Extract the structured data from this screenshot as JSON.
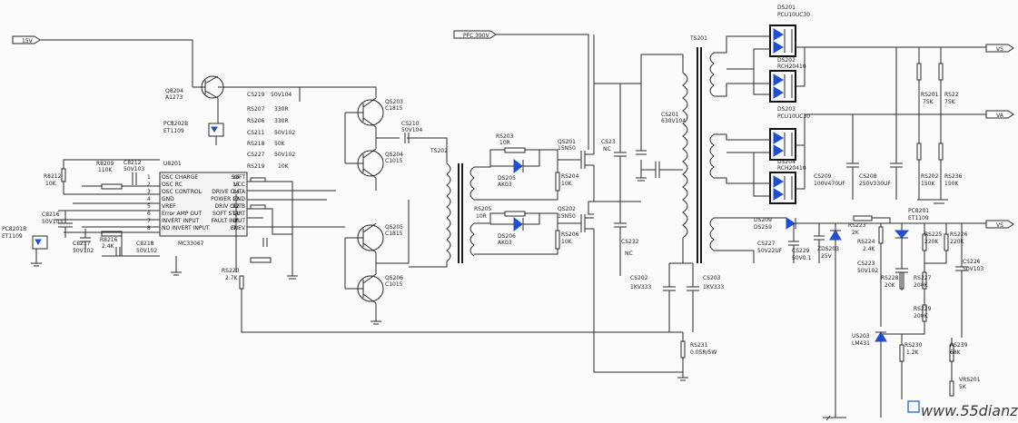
{
  "nets": {
    "v15": "15V",
    "pfc": "PFC 390V",
    "vs1": "VS",
    "va": "VA",
    "vs2": "VS"
  },
  "components": {
    "q8204": "Q8204",
    "q8204v": "A1273",
    "pc8202b": "PC8202B",
    "pc8202b_v": "ET1109",
    "pc8201b": "PC8201B",
    "pc8201b_v": "ET1109",
    "u8201": "U8201",
    "u8201_part": "MC33067",
    "r8212": "R8212",
    "r8212v": "10K",
    "r8209": "R8209",
    "r8209v": "110K",
    "c8212": "C8212",
    "c8212v": "50V103",
    "c8216": "C8216",
    "c8216v": "50V103",
    "c8217": "C8217",
    "c8217v": "50V102",
    "r8216": "R8216",
    "r8216v": "2.4K",
    "c8218": "C8218",
    "c8218v": "50V102",
    "cs219": "CS219",
    "cs219v": "50V104",
    "rs207": "RS207",
    "rs207v": "330R",
    "rs206": "RS206",
    "rs206v": "330R",
    "cs211": "CS211",
    "cs211v": "50V102",
    "rs218": "RS218",
    "rs218v": "50K",
    "cs227": "CS227",
    "cs227v": "50V102",
    "rs219": "RS219",
    "rs219v": "10K",
    "rs220": "RS220",
    "rs220v": "2.7K",
    "qs203": "QS203",
    "qs203v": "C1815",
    "qs204": "QS204",
    "qs204v": "C1015",
    "qs205": "QS205",
    "qs205v": "C1815",
    "qs206": "QS206",
    "qs206v": "C1015",
    "cs210": "CS210",
    "cs210v": "50V104",
    "ts202": "TS202",
    "rs203": "RS203",
    "rs203v": "10R",
    "ds205": "DS205",
    "ds205v": "AK03",
    "rs204": "RS204",
    "rs204v": "10K",
    "rs205": "RS205",
    "rs205v": "10R",
    "ds206": "DS206",
    "ds206v": "AK03",
    "rs206b": "RS206",
    "rs206bv": "10K",
    "qs201": "QS201",
    "qs201v": "15N50",
    "qs202": "QS202",
    "qs202v": "15N50",
    "cs23": "CS23",
    "cs23v": "NC",
    "cs232": "CS232",
    "cs232v": "NC",
    "cs201": "CS201",
    "cs201v": "630V104",
    "ts201": "TS201",
    "cs202": "CS202",
    "cs202v": "1KV333",
    "cs203": "CS203",
    "cs203v": "1KV333",
    "rs231": "RS231",
    "rs231v": "0.05R/5W",
    "ds201": "DS201",
    "ds201v": "PCU10UC30",
    "ds202": "DS202",
    "ds202v": "RCH20410",
    "ds203": "DS203",
    "ds203v": "PCU10UC30",
    "ds204": "DS204",
    "ds204v": "RCH20410",
    "rs201": "RS201",
    "rs201v": "75K",
    "rs22": "RS22",
    "rs22v": "75K",
    "rs202": "RS202",
    "rs202v": "150K",
    "rs236": "RS236",
    "rs236v": "150K",
    "cs209": "CS209",
    "cs209v": "100V470UF",
    "cs208": "CS208",
    "cs208v": "250V330UF",
    "ds209": "DS209",
    "ds209v": "DS259",
    "cs227b": "CS227",
    "cs227bv": "50V22UF",
    "cs229": "CS229",
    "cs229v": "50V0.1",
    "zds203": "ZDS203",
    "zds203v": "25V",
    "rs223": "RS223",
    "rs223v": "2K",
    "rs224": "RS224",
    "rs224v": "2.4K",
    "pc8201": "PC8201",
    "pc8201v": "ET1109",
    "rs225": "RS225",
    "rs225v": "220K",
    "rs226": "RS226",
    "rs226v": "220K",
    "cs223": "CS223",
    "cs223v": "50V102",
    "rs228": "RS228",
    "rs228v": "20K",
    "rs227": "RS227",
    "rs227v": "200K",
    "rs229": "RS229",
    "rs229v": "200K",
    "cs226": "CS226",
    "cs226v": "50V103",
    "us203": "US203",
    "us203v": "LM431",
    "rs230": "RS230",
    "rs230v": "1.2K",
    "rs239": "RS239",
    "rs239v": "68K",
    "vrs201": "VRS201",
    "vrs201v": "5K"
  },
  "ic_pins": [
    {
      "num": "1",
      "left": "OSC CHARGE",
      "right": "SOFT",
      "rnum": "16"
    },
    {
      "num": "2",
      "left": "OSC RC",
      "right": "VCC",
      "rnum": "15"
    },
    {
      "num": "3",
      "left": "OSC CONTROL",
      "right": "DRIVE OUTA",
      "rnum": "14"
    },
    {
      "num": "4",
      "left": "GND",
      "right": "POWER GND",
      "rnum": "13"
    },
    {
      "num": "5",
      "left": "VREF",
      "right": "DRIV OUTB",
      "rnum": "12"
    },
    {
      "num": "6",
      "left": "Error AMP OUT",
      "right": "SOFT START",
      "rnum": "11"
    },
    {
      "num": "7",
      "left": "INVERT INPUT",
      "right": "FAULT INPUT",
      "rnum": "10"
    },
    {
      "num": "8",
      "left": "NO INVERT INPUT",
      "right": "ENEV",
      "rnum": "9"
    }
  ],
  "watermark": "www.55dianzi.com"
}
